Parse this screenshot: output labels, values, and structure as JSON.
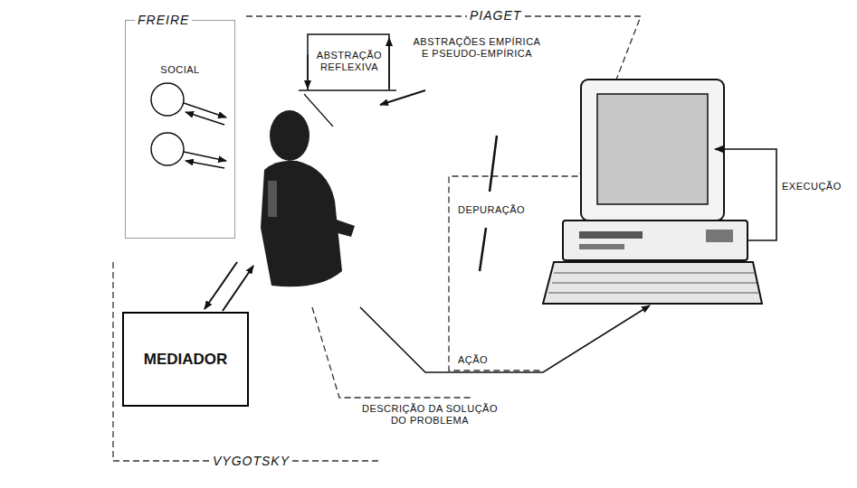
{
  "diagram": {
    "nodes": [
      {
        "text": [
          "FREIRE",
          "SOCIAL"
        ]
      },
      {
        "text": [
          "MEDIADOR"
        ]
      }
    ],
    "labels": [
      "PIAGET",
      "ABSTRAÇÃO REFLEXIVA",
      "ABSTRAÇÕES EMPÍRICA E PSEUDO-EMPÍRICA",
      "DEPURAÇÃO",
      "AÇÃO",
      "EXECUÇÃO",
      "DESCRIÇÃO DA SOLUÇÃO DO PROBLEMA",
      "VYGOTSKY"
    ]
  }
}
